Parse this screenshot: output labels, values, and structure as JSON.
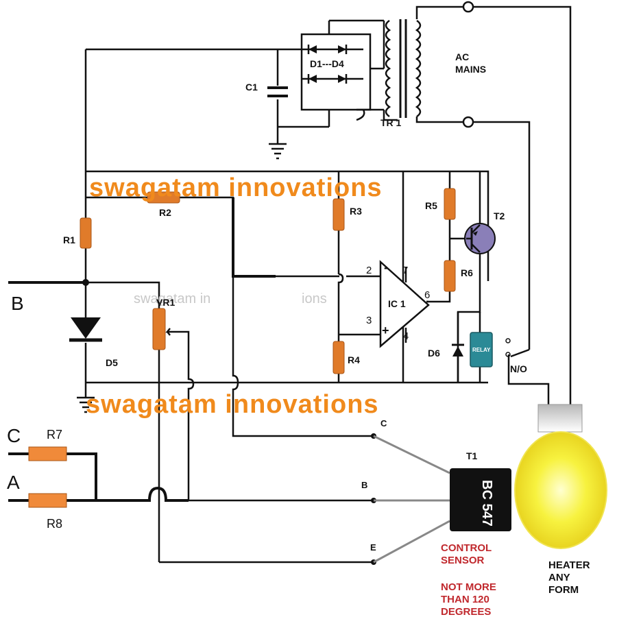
{
  "labels": {
    "d1_d4": "D1---D4",
    "c1": "C1",
    "tr1": "TR 1",
    "ac_mains_1": "AC",
    "ac_mains_2": "MAINS",
    "r1": "R1",
    "r2": "R2",
    "r3": "R3",
    "r4": "R4",
    "r5": "R5",
    "r6": "R6",
    "r7": "R7",
    "r8": "R8",
    "t2": "T2",
    "vr1": "VR1",
    "d5": "D5",
    "d6": "D6",
    "ic1": "IC 1",
    "pin2": "2",
    "pin3": "3",
    "pin4": "4",
    "pin6": "6",
    "pin7": "7",
    "relay": "RELAY",
    "no": "N/O",
    "input_b": "B",
    "input_c": "C",
    "input_a": "A",
    "t1": "T1",
    "t1_part": "BC 547",
    "pin_c": "C",
    "pin_b": "B",
    "pin_e": "E",
    "control_sensor_1": "CONTROL",
    "control_sensor_2": "SENSOR",
    "limit_1": "NOT MORE",
    "limit_2": "THAN 120",
    "limit_3": "DEGREES",
    "heater_1": "HEATER",
    "heater_2": "ANY",
    "heater_3": "FORM"
  },
  "watermarks": {
    "main_top": "swagatam innovations",
    "main_bottom": "swagatam innovations",
    "faint_1": "swagatam in",
    "faint_2": "ions"
  },
  "colors": {
    "resistor": "#e07b2a",
    "watermark": "#f08a1c",
    "relay": "#2b8a96",
    "transistor_t2": "#8a7fb8",
    "transistor_t1": "#111111",
    "bulb": "#f5ef3a",
    "note_red": "#c0282d"
  }
}
